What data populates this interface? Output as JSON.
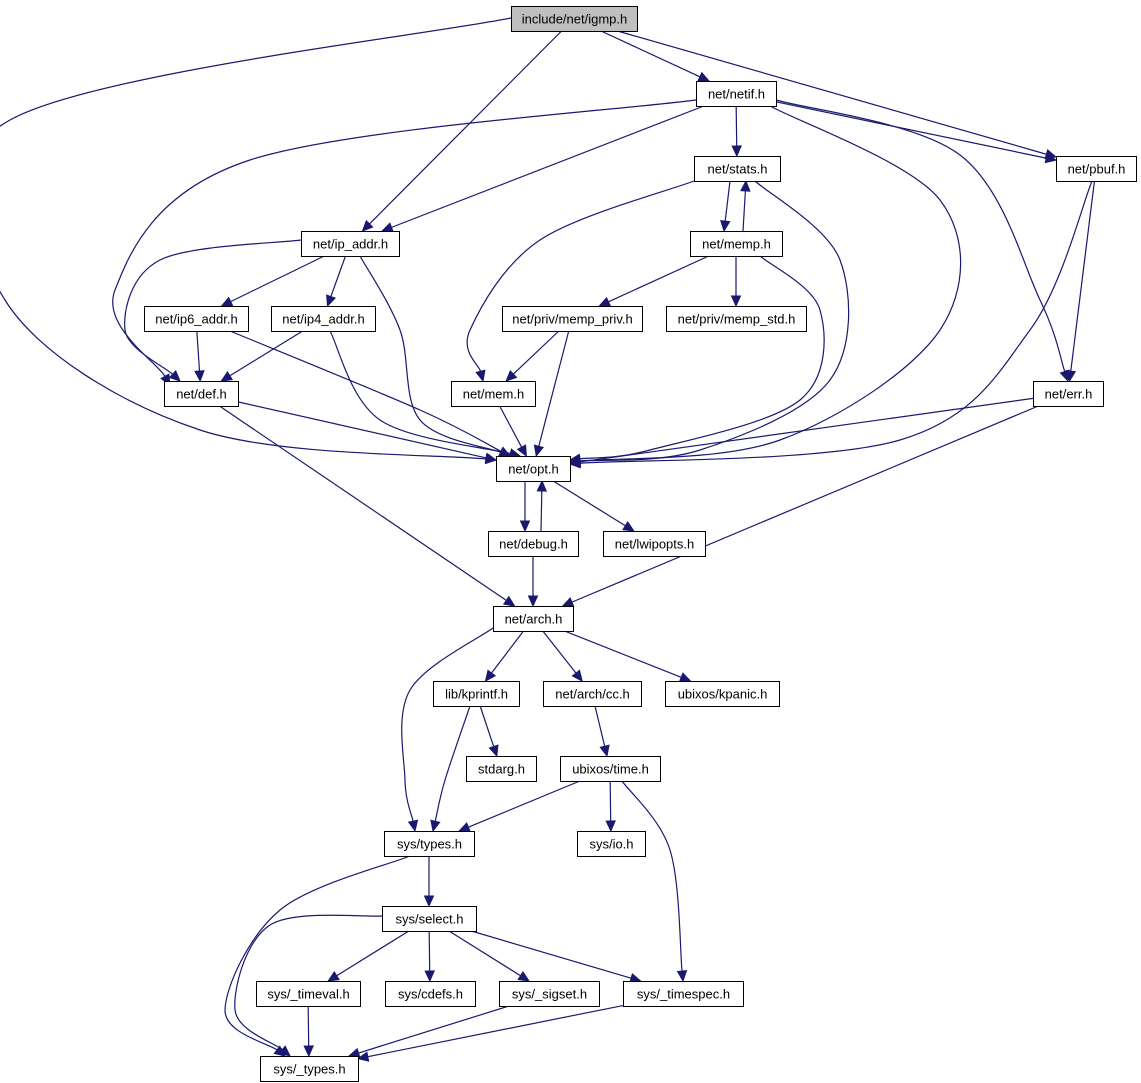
{
  "diagram": {
    "type": "include-dependency-graph",
    "root": "include/net/igmp.h",
    "colors": {
      "edge": "#191970",
      "root_fill": "#bfbfbf",
      "node_fill": "#ffffff",
      "node_border": "#000000"
    },
    "nodes": [
      {
        "id": "igmp",
        "label": "include/net/igmp.h",
        "root": true
      },
      {
        "id": "netif",
        "label": "net/netif.h"
      },
      {
        "id": "pbuf",
        "label": "net/pbuf.h"
      },
      {
        "id": "stats",
        "label": "net/stats.h"
      },
      {
        "id": "ip_addr",
        "label": "net/ip_addr.h"
      },
      {
        "id": "memp",
        "label": "net/memp.h"
      },
      {
        "id": "ip6_addr",
        "label": "net/ip6_addr.h"
      },
      {
        "id": "ip4_addr",
        "label": "net/ip4_addr.h"
      },
      {
        "id": "memp_priv",
        "label": "net/priv/memp_priv.h"
      },
      {
        "id": "memp_std",
        "label": "net/priv/memp_std.h"
      },
      {
        "id": "def",
        "label": "net/def.h"
      },
      {
        "id": "mem",
        "label": "net/mem.h"
      },
      {
        "id": "err",
        "label": "net/err.h"
      },
      {
        "id": "opt",
        "label": "net/opt.h"
      },
      {
        "id": "debug",
        "label": "net/debug.h"
      },
      {
        "id": "lwipopts",
        "label": "net/lwipopts.h"
      },
      {
        "id": "arch",
        "label": "net/arch.h"
      },
      {
        "id": "kprintf",
        "label": "lib/kprintf.h"
      },
      {
        "id": "cc",
        "label": "net/arch/cc.h"
      },
      {
        "id": "kpanic",
        "label": "ubixos/kpanic.h"
      },
      {
        "id": "stdarg",
        "label": "stdarg.h"
      },
      {
        "id": "time",
        "label": "ubixos/time.h"
      },
      {
        "id": "types",
        "label": "sys/types.h"
      },
      {
        "id": "io",
        "label": "sys/io.h"
      },
      {
        "id": "select",
        "label": "sys/select.h"
      },
      {
        "id": "timeval",
        "label": "sys/_timeval.h"
      },
      {
        "id": "cdefs",
        "label": "sys/cdefs.h"
      },
      {
        "id": "sigset",
        "label": "sys/_sigset.h"
      },
      {
        "id": "timespec",
        "label": "sys/_timespec.h"
      },
      {
        "id": "_types",
        "label": "sys/_types.h"
      }
    ],
    "edges": [
      [
        "igmp",
        "netif"
      ],
      [
        "igmp",
        "pbuf"
      ],
      [
        "igmp",
        "ip_addr"
      ],
      [
        "igmp",
        "opt"
      ],
      [
        "netif",
        "stats"
      ],
      [
        "netif",
        "pbuf"
      ],
      [
        "netif",
        "ip_addr"
      ],
      [
        "netif",
        "def"
      ],
      [
        "netif",
        "err"
      ],
      [
        "netif",
        "opt"
      ],
      [
        "pbuf",
        "err"
      ],
      [
        "pbuf",
        "opt"
      ],
      [
        "stats",
        "memp"
      ],
      [
        "stats",
        "mem"
      ],
      [
        "stats",
        "opt"
      ],
      [
        "memp",
        "stats"
      ],
      [
        "memp",
        "memp_priv"
      ],
      [
        "memp",
        "memp_std"
      ],
      [
        "memp",
        "opt"
      ],
      [
        "ip_addr",
        "ip6_addr"
      ],
      [
        "ip_addr",
        "ip4_addr"
      ],
      [
        "ip_addr",
        "def"
      ],
      [
        "ip_addr",
        "opt"
      ],
      [
        "ip6_addr",
        "def"
      ],
      [
        "ip6_addr",
        "opt"
      ],
      [
        "ip4_addr",
        "def"
      ],
      [
        "ip4_addr",
        "opt"
      ],
      [
        "memp_priv",
        "mem"
      ],
      [
        "memp_priv",
        "opt"
      ],
      [
        "mem",
        "opt"
      ],
      [
        "def",
        "opt"
      ],
      [
        "def",
        "arch"
      ],
      [
        "err",
        "opt"
      ],
      [
        "err",
        "arch"
      ],
      [
        "opt",
        "debug"
      ],
      [
        "opt",
        "lwipopts"
      ],
      [
        "debug",
        "opt"
      ],
      [
        "debug",
        "arch"
      ],
      [
        "arch",
        "kprintf"
      ],
      [
        "arch",
        "cc"
      ],
      [
        "arch",
        "kpanic"
      ],
      [
        "arch",
        "types"
      ],
      [
        "kprintf",
        "stdarg"
      ],
      [
        "kprintf",
        "types"
      ],
      [
        "cc",
        "time"
      ],
      [
        "time",
        "types"
      ],
      [
        "time",
        "io"
      ],
      [
        "time",
        "timespec"
      ],
      [
        "types",
        "select"
      ],
      [
        "types",
        "_types"
      ],
      [
        "select",
        "timeval"
      ],
      [
        "select",
        "cdefs"
      ],
      [
        "select",
        "sigset"
      ],
      [
        "select",
        "timespec"
      ],
      [
        "select",
        "_types"
      ],
      [
        "timeval",
        "_types"
      ],
      [
        "sigset",
        "_types"
      ],
      [
        "timespec",
        "_types"
      ]
    ]
  }
}
